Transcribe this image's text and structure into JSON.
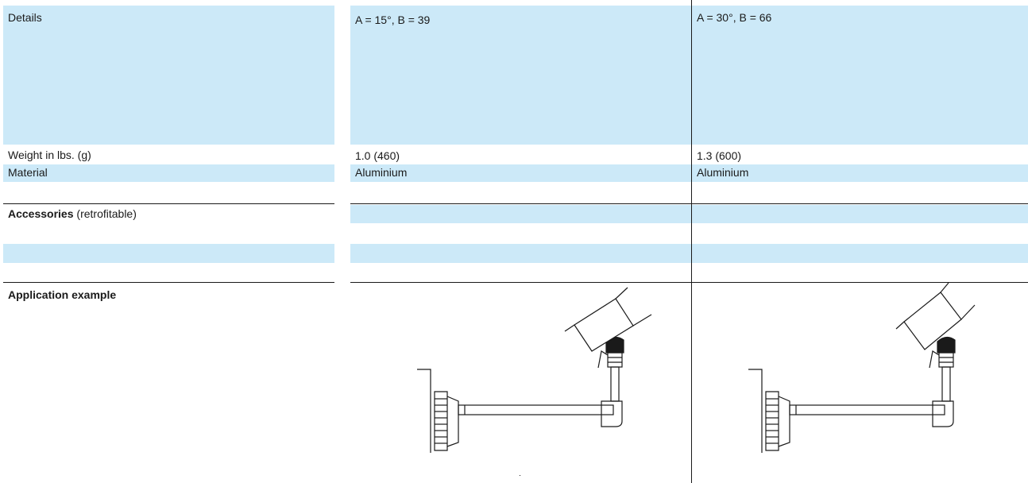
{
  "rows": {
    "details": {
      "label": "Details",
      "col1": "A = 15°, B = 39",
      "col2": "A = 30°, B = 66"
    },
    "weight": {
      "label": "Weight in lbs. (g)",
      "col1": "1.0  (460)",
      "col2": "1.3  (600)"
    },
    "material": {
      "label": "Material",
      "col1": "Aluminium",
      "col2": "Aluminium"
    },
    "accessories": {
      "label_bold": "Accessories",
      "label_rest": " (retrofitable)"
    },
    "application": {
      "label": "Application example"
    }
  },
  "colors": {
    "row_fill": "#cce9f8",
    "rule": "#1a1a1a"
  }
}
